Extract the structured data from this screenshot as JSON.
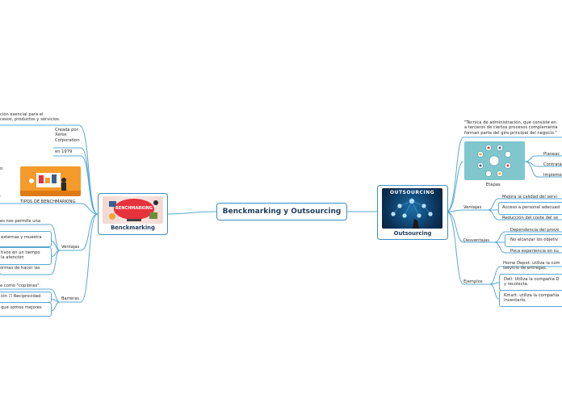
{
  "central": {
    "title": "Benckmarking y Outsourcing"
  },
  "left": {
    "node_label": "Benckmarking",
    "image_badge": "BENCHMARKING",
    "items": {
      "desc1": "ción esencial para el",
      "desc2": "cesos, productos y servicios.",
      "creada": "Creada por\nXerox\nCorporation",
      "anio": "en 1979",
      "tipos_label": "TIPOS DE BENCHMARKING",
      "ventajas": "Ventajas",
      "v1": "es nos permite una",
      "v2": "externas y muestra",
      "v3": "tivos en un tiempo\nla atención",
      "v4": "ormas de hacer las",
      "barreras": "Barreras",
      "b1": "e como \"copiones\".",
      "b2": "ión ☐ Reciprocidad",
      "b3": "que somos mejores"
    }
  },
  "right": {
    "node_label": "Outsourcing",
    "image_badge": "OUTSOURCING",
    "definition": "\"Técnica de administración, que consiste en\na terceros de ciertos procesos complementa\nforman parte del giro principal del negocio.\"",
    "etapas": {
      "label": "Etapas",
      "items": [
        "Planeac",
        "Contrata",
        "Impleme"
      ]
    },
    "ventajas": {
      "label": "Ventajas",
      "items": [
        "Mejora la calidad del servi",
        "Acceso a personal adecuad",
        "Reducción del coste del se"
      ]
    },
    "desventajas": {
      "label": "Desventajas",
      "items": [
        "Dependencia del prove",
        "No alcanzar los objetiv",
        "Poca experiencia en su"
      ]
    },
    "ejemplos": {
      "label": "Ejemplos",
      "items": [
        "Home Depot: utiliza la com\nservicio de entregas.",
        "Dell: Utiliza la compañía D\ny recolecta.",
        "Kmart: utiliza la compañía\ninventario."
      ]
    }
  },
  "colors": {
    "link": "#5aa9d6",
    "node_border": "#3b8fc7",
    "title_text": "#1d3b5a"
  }
}
